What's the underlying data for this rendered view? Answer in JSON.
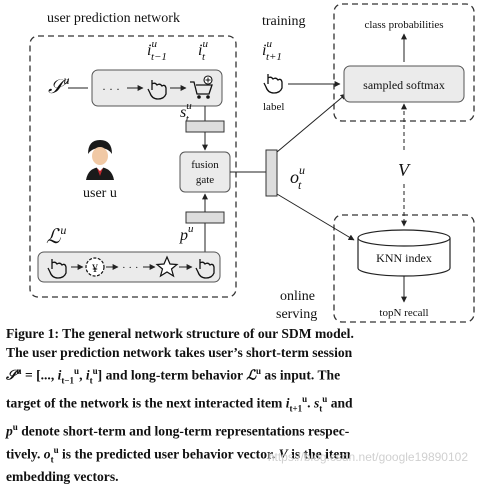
{
  "diagram": {
    "boxes": {
      "user_network_title": "user prediction network",
      "training_title": "training",
      "online_serving_title_1": "online",
      "online_serving_title_2": "serving"
    },
    "symbols": {
      "S_u": "𝒮",
      "S_u_sup": "u",
      "L_u": "ℒ",
      "L_u_sup": "u",
      "i_t_minus_1": "i",
      "i_t_minus_1_sub": "t−1",
      "i_t_minus_1_sup": "u",
      "i_t": "i",
      "i_t_sub": "t",
      "i_t_sup": "u",
      "s_t": "s",
      "s_t_sub": "t",
      "s_t_sup": "u",
      "p_u": "p",
      "p_u_sup": "u",
      "o_t": "o",
      "o_t_sub": "t",
      "o_t_sup": "u",
      "i_t_plus_1": "i",
      "i_t_plus_1_sub": "t+1",
      "i_t_plus_1_sup": "u",
      "V": "V",
      "ellipsis": "· · ·"
    },
    "labels": {
      "fusion_gate_1": "fusion",
      "fusion_gate_2": "gate",
      "user_u": "user u",
      "label": "label",
      "class_probabilities": "class probabilities",
      "sampled_softmax": "sampled softmax",
      "knn_index": "KNN index",
      "topn_recall": "topN  recall",
      "yuan_symbol": "¥"
    }
  },
  "caption": {
    "line1": "Figure 1: The general network structure of our SDM model.",
    "line2": "The user prediction network takes user’s short-term session",
    "line3": "and long-term behavior",
    "line3b": "as input. The",
    "line3_session": "𝒮",
    "line3_session_sup": "u",
    "line3_session_eq": "= [..., ",
    "line3_i_prev": "i",
    "line3_i_prev_sub": "t−1",
    "line3_i_prev_sup": "u",
    "line3_comma": ", ",
    "line3_i_t": "i",
    "line3_i_t_sub": "t",
    "line3_i_t_sup": "u",
    "line3_close": "]",
    "line3_L": "ℒ",
    "line3_L_sup": "u",
    "line4": "target of the network is the next interacted item",
    "line4_i": "i",
    "line4_i_sub": "t+1",
    "line4_i_sup": "u",
    "line4_dot": ".",
    "line4_s": "s",
    "line4_s_sub": "t",
    "line4_s_sup": "u",
    "line4_and": "and",
    "line5_p": "p",
    "line5_p_sup": "u",
    "line5": "denote short-term and long-term representations respec-",
    "line6": "tively.",
    "line6_o": "o",
    "line6_o_sub": "t",
    "line6_o_sup": "u",
    "line6_b": "is the predicted user behavior vector.",
    "line6_V": "V",
    "line6_c": "is the item",
    "line7": "embedding vectors."
  },
  "watermark": "https://blog.csdn.net/google19890102"
}
